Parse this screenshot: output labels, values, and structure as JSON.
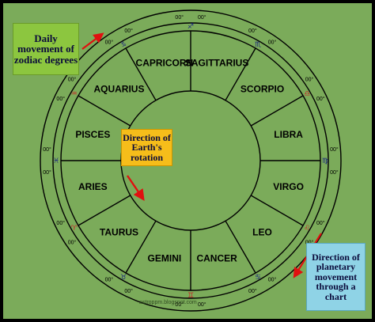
{
  "signs": [
    {
      "name": "SAGITTARIUS",
      "glyph": "♐",
      "glyph_color": "#1a237e"
    },
    {
      "name": "SCORPIO",
      "glyph": "♏",
      "glyph_color": "#1a237e"
    },
    {
      "name": "LIBRA",
      "glyph": "♎",
      "glyph_color": "#c62828"
    },
    {
      "name": "VIRGO",
      "glyph": "♍",
      "glyph_color": "#1a237e"
    },
    {
      "name": "LEO",
      "glyph": "♌",
      "glyph_color": "#c62828"
    },
    {
      "name": "CANCER",
      "glyph": "♋",
      "glyph_color": "#1a237e"
    },
    {
      "name": "GEMINI",
      "glyph": "♊",
      "glyph_color": "#c62828"
    },
    {
      "name": "TAURUS",
      "glyph": "♉",
      "glyph_color": "#1a237e"
    },
    {
      "name": "ARIES",
      "glyph": "♈",
      "glyph_color": "#c62828"
    },
    {
      "name": "PISCES",
      "glyph": "♓",
      "glyph_color": "#1a237e"
    },
    {
      "name": "AQUARIUS",
      "glyph": "♒",
      "glyph_color": "#c62828"
    },
    {
      "name": "CAPRICORN",
      "glyph": "♑",
      "glyph_color": "#1a237e"
    }
  ],
  "degree_label": "00°",
  "labels": {
    "daily_movement": "Daily movement of zodiac degrees",
    "earth_rotation": "Direction of Earth's rotation",
    "planetary_movement": "Direction of planetary movement through a chart"
  },
  "watermark": "astroppm.blogspot.com",
  "colors": {
    "background": "#7bab5a",
    "frame": "#000000",
    "arrow": "#e01010",
    "daily_box": "#8cc63f",
    "earth_box": "#f6bd1a",
    "planet_box": "#8fd3e6"
  }
}
